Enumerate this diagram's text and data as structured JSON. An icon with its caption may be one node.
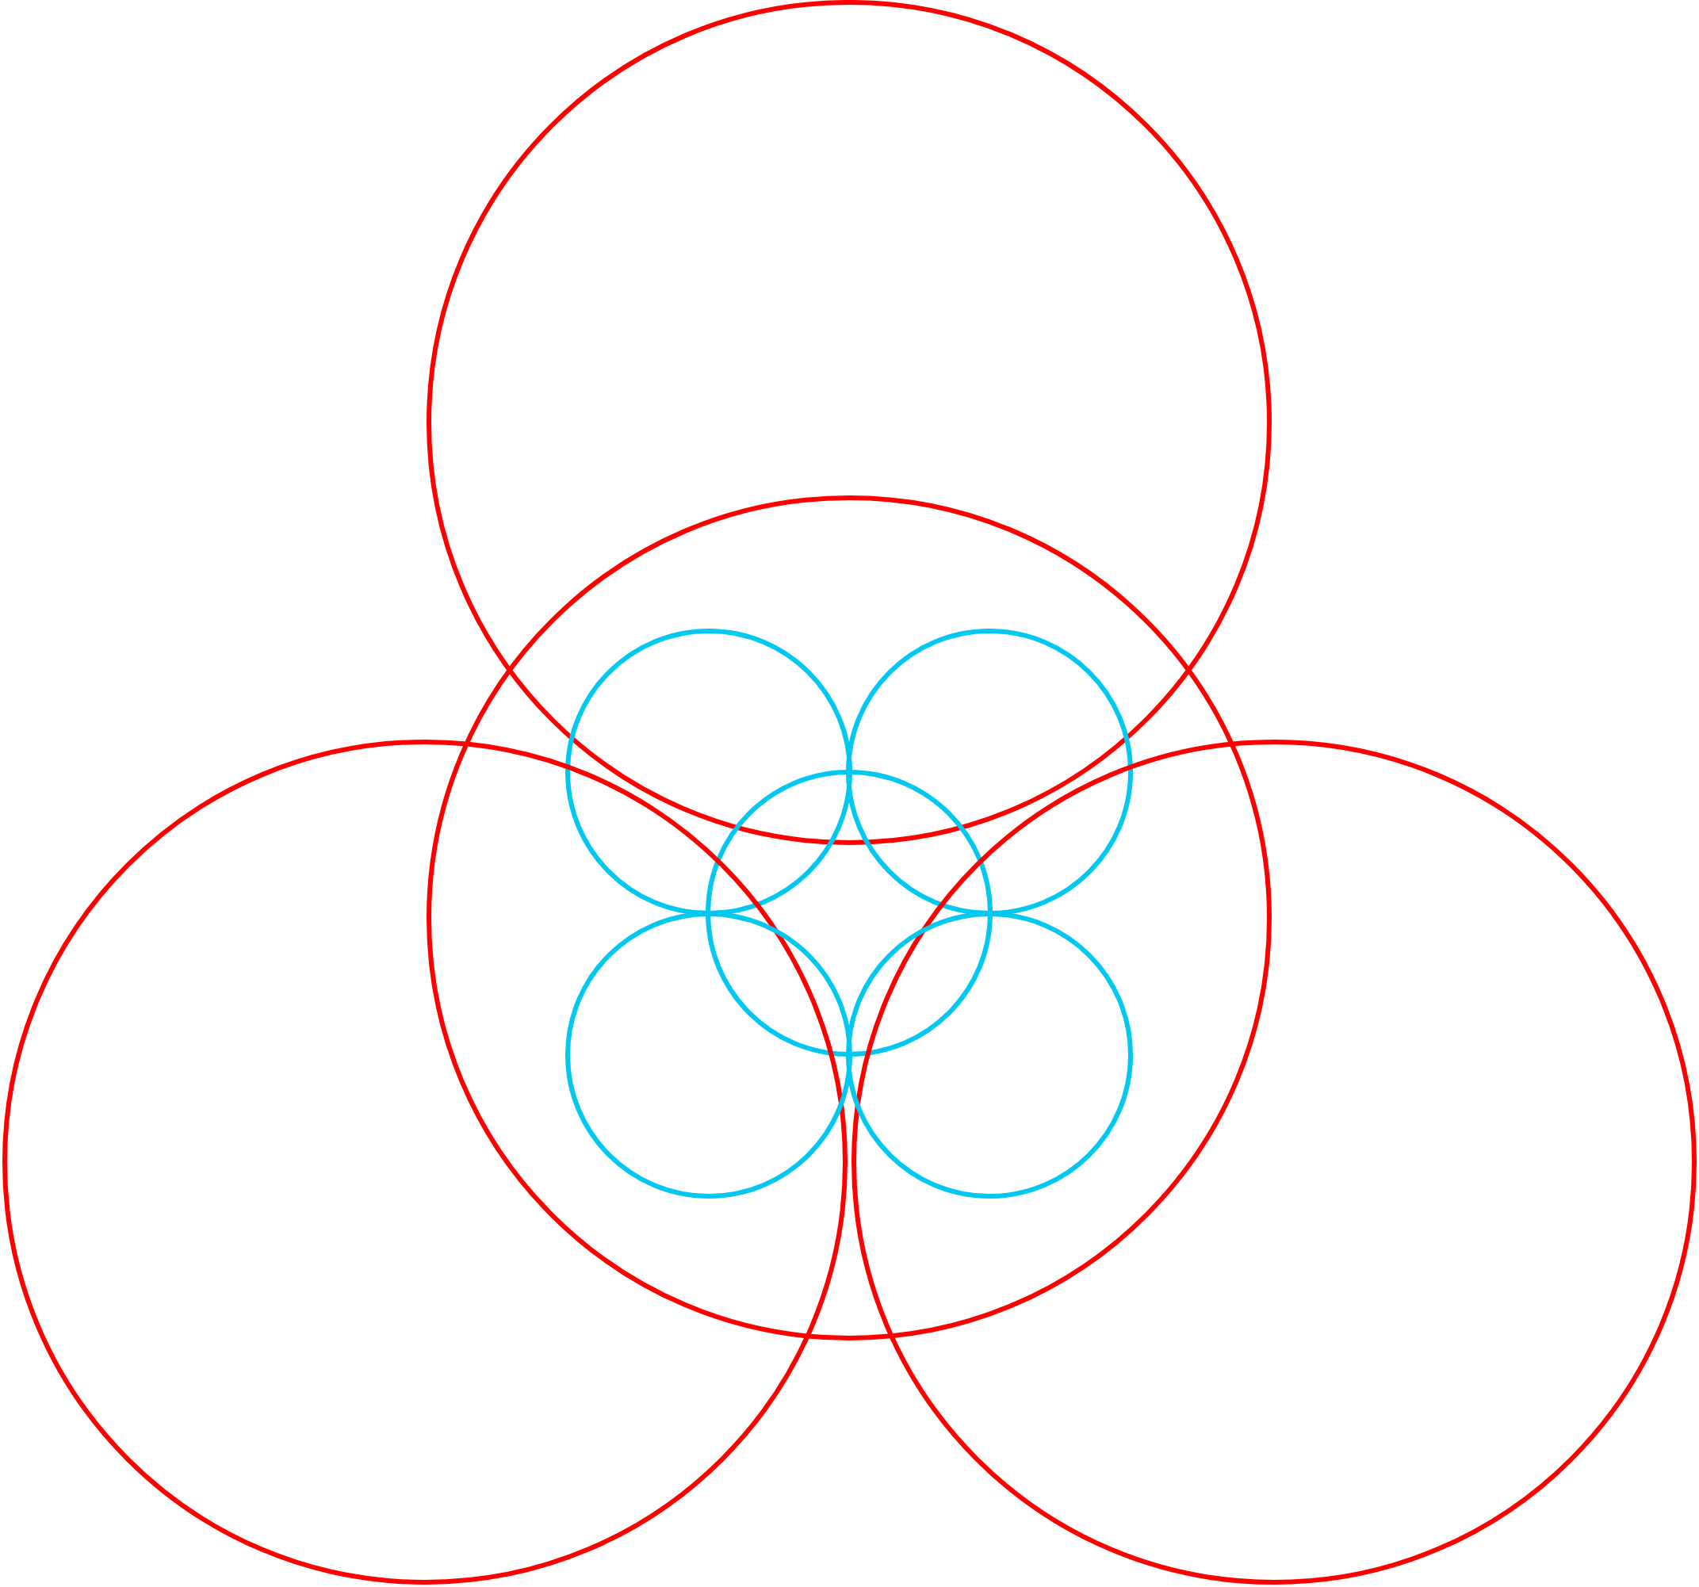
{
  "diagram": {
    "nodes": [
      {
        "text": [],
        "shape": "circle"
      },
      {
        "text": [],
        "shape": "circle"
      },
      {
        "text": [],
        "shape": "circle"
      },
      {
        "text": [],
        "shape": "circle"
      },
      {
        "text": [],
        "shape": "circle",
        "in": 1
      },
      {
        "text": [],
        "shape": "circle",
        "in": 1
      },
      {
        "text": [],
        "shape": "circle",
        "in": 1
      },
      {
        "text": [],
        "shape": "circle"
      },
      {
        "text": [],
        "shape": "circle"
      }
    ]
  }
}
